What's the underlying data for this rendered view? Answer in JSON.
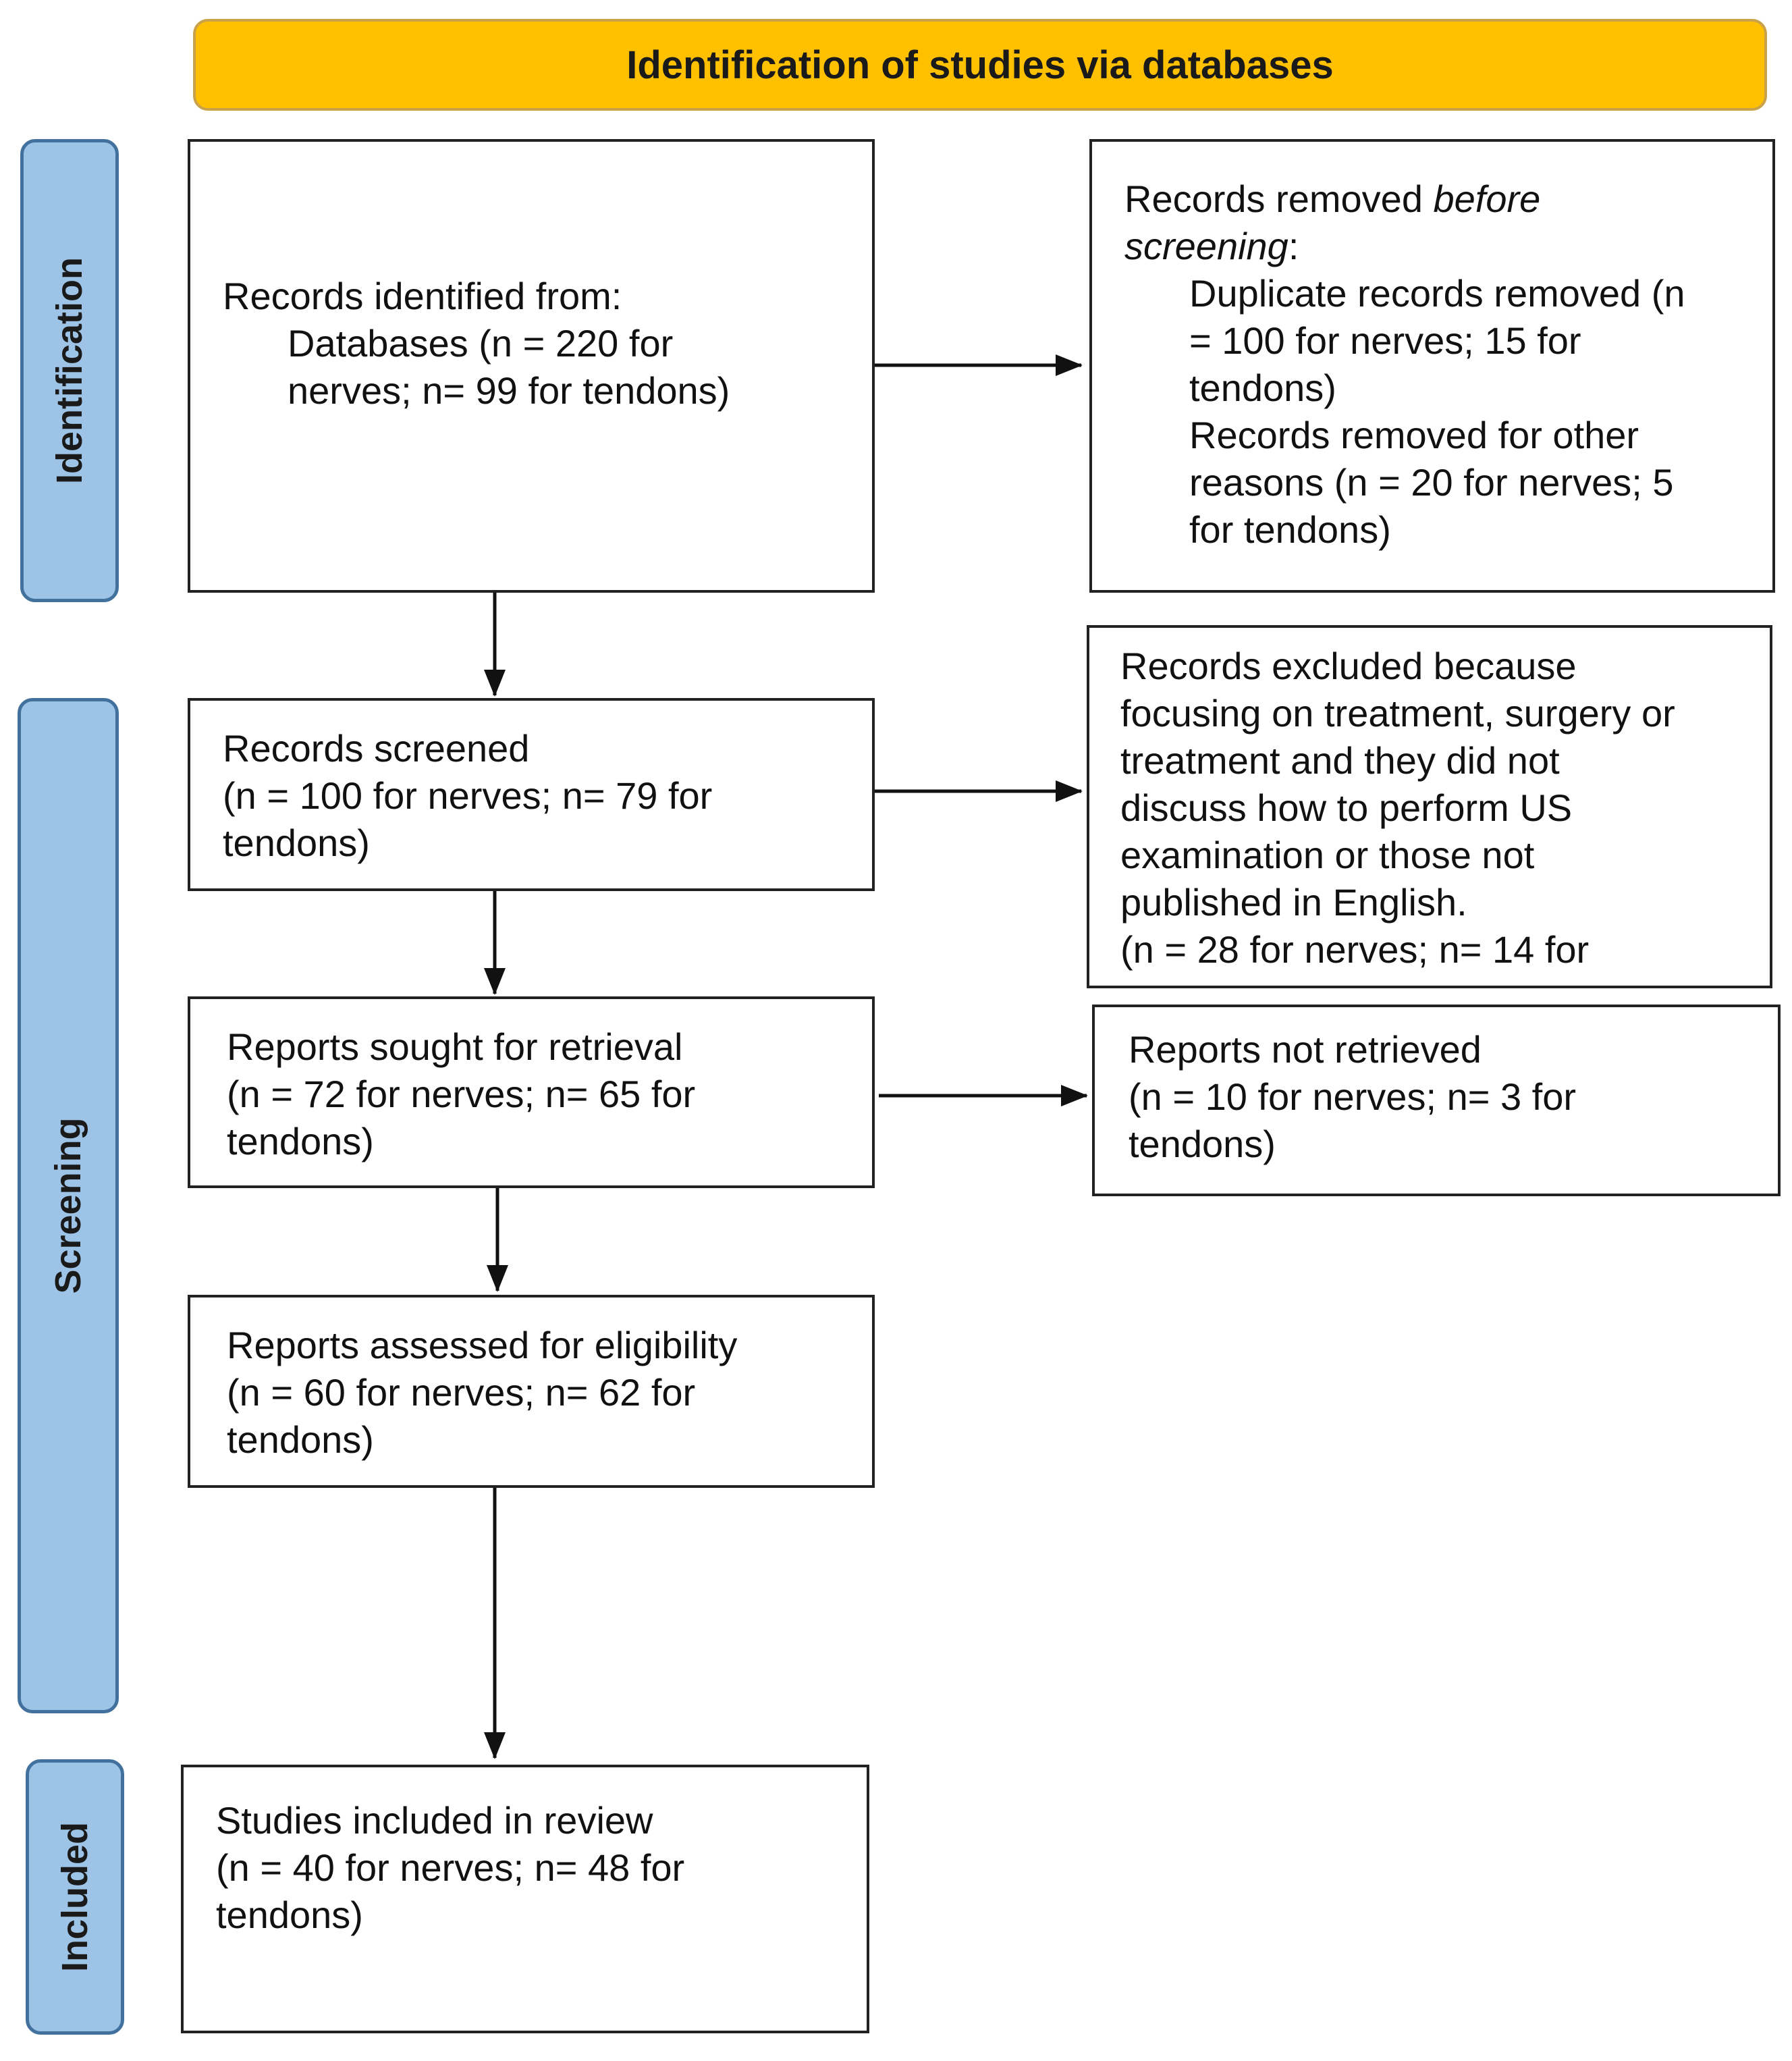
{
  "header": {
    "title": "Identification of studies via databases"
  },
  "phases": {
    "identification": "Identification",
    "screening": "Screening",
    "included": "Included"
  },
  "boxes": {
    "records_identified": {
      "line1": "Records identified from:",
      "line2": "Databases (n = 220 for",
      "line3": "nerves; n= 99 for tendons)"
    },
    "records_removed": {
      "line1_plain": "Records removed ",
      "line1_italic": "before",
      "line2_italic": "screening",
      "line2_plain": ":",
      "dup_line1": "Duplicate records removed (n",
      "dup_line2": "= 100 for nerves; 15 for",
      "dup_line3": "tendons)",
      "other_line1": "Records removed for other",
      "other_line2": "reasons (n = 20 for nerves; 5",
      "other_line3": "for tendons)"
    },
    "records_screened": {
      "line1": "Records screened",
      "line2": "(n = 100 for nerves; n= 79 for",
      "line3": "tendons)"
    },
    "records_excluded": {
      "line1": "Records excluded because",
      "line2": "focusing on treatment, surgery or",
      "line3": "treatment and they did not",
      "line4": "discuss how to perform US",
      "line5": "examination or those not",
      "line6": "published in English.",
      "line7": "(n = 28 for nerves; n= 14 for"
    },
    "reports_sought": {
      "line1": "Reports sought for retrieval",
      "line2": "(n = 72 for nerves; n= 65 for",
      "line3": "tendons)"
    },
    "reports_not_retrieved": {
      "line1": "Reports not retrieved",
      "line2": "(n = 10 for nerves; n= 3 for",
      "line3": "tendons)"
    },
    "reports_assessed": {
      "line1": "Reports assessed for eligibility",
      "line2": "(n = 60 for nerves; n= 62 for",
      "line3": "tendons)"
    },
    "studies_included": {
      "line1": "Studies included in review",
      "line2": "(n = 40 for nerves; n= 48 for",
      "line3": "tendons)"
    }
  },
  "colors": {
    "banner": "#ffc000",
    "phase_fill": "#9dc3e6",
    "phase_border": "#41719c",
    "box_border": "#222222"
  }
}
